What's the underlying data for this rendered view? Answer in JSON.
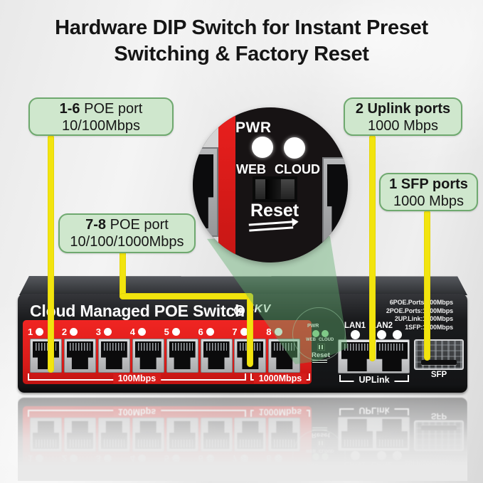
{
  "title": {
    "line1": "Hardware DIP Switch for Instant Preset",
    "line2": "Switching & Factory Reset"
  },
  "callouts": {
    "poe16": {
      "bold": "1-6",
      "rest": " POE port",
      "line2": "10/100Mbps"
    },
    "uplink": {
      "bold": "2 Uplink ports",
      "rest": "",
      "line2": "1000 Mbps"
    },
    "sfp": {
      "bold": "1 SFP ports",
      "rest": "",
      "line2": "1000 Mbps"
    },
    "poe78": {
      "bold": "7-8",
      "rest": " POE port",
      "line2": "10/100/1000Mbps"
    }
  },
  "magnifier": {
    "pwr_label": "PWR",
    "web_label": "WEB",
    "cloud_label": "CLOUD",
    "reset_label": "Reset"
  },
  "switch": {
    "name": "Cloud Managed POE Switch",
    "logo_text": "4KV",
    "port_numbers": [
      "1",
      "2",
      "3",
      "4",
      "5",
      "6",
      "7",
      "8"
    ],
    "bracket_100": "100Mbps",
    "bracket_1000": "1000Mbps",
    "cluster": {
      "pwr": "PWR",
      "web": "WEB",
      "cloud": "CLOUD",
      "reset": "Reset"
    },
    "lan1_label": "LAN1",
    "lan2_label": "LAN2",
    "uplink_label": "UPLink",
    "sfp_label": "SFP",
    "specs": [
      "6POE.Ports:100Mbps",
      "2POE.Ports:1000Mbps",
      "2UP.Link:1000Mbps",
      "1SFP:1000Mbps"
    ]
  },
  "colors": {
    "callout_bg": "#cfe7cd",
    "callout_border": "#6fa96f",
    "connector_yellow": "#f2e40e",
    "panel_red": "#e2201d",
    "overlay_green": "#5faf6e",
    "led_green": "#96dc99",
    "chassis_black": "#1a1b1d"
  }
}
